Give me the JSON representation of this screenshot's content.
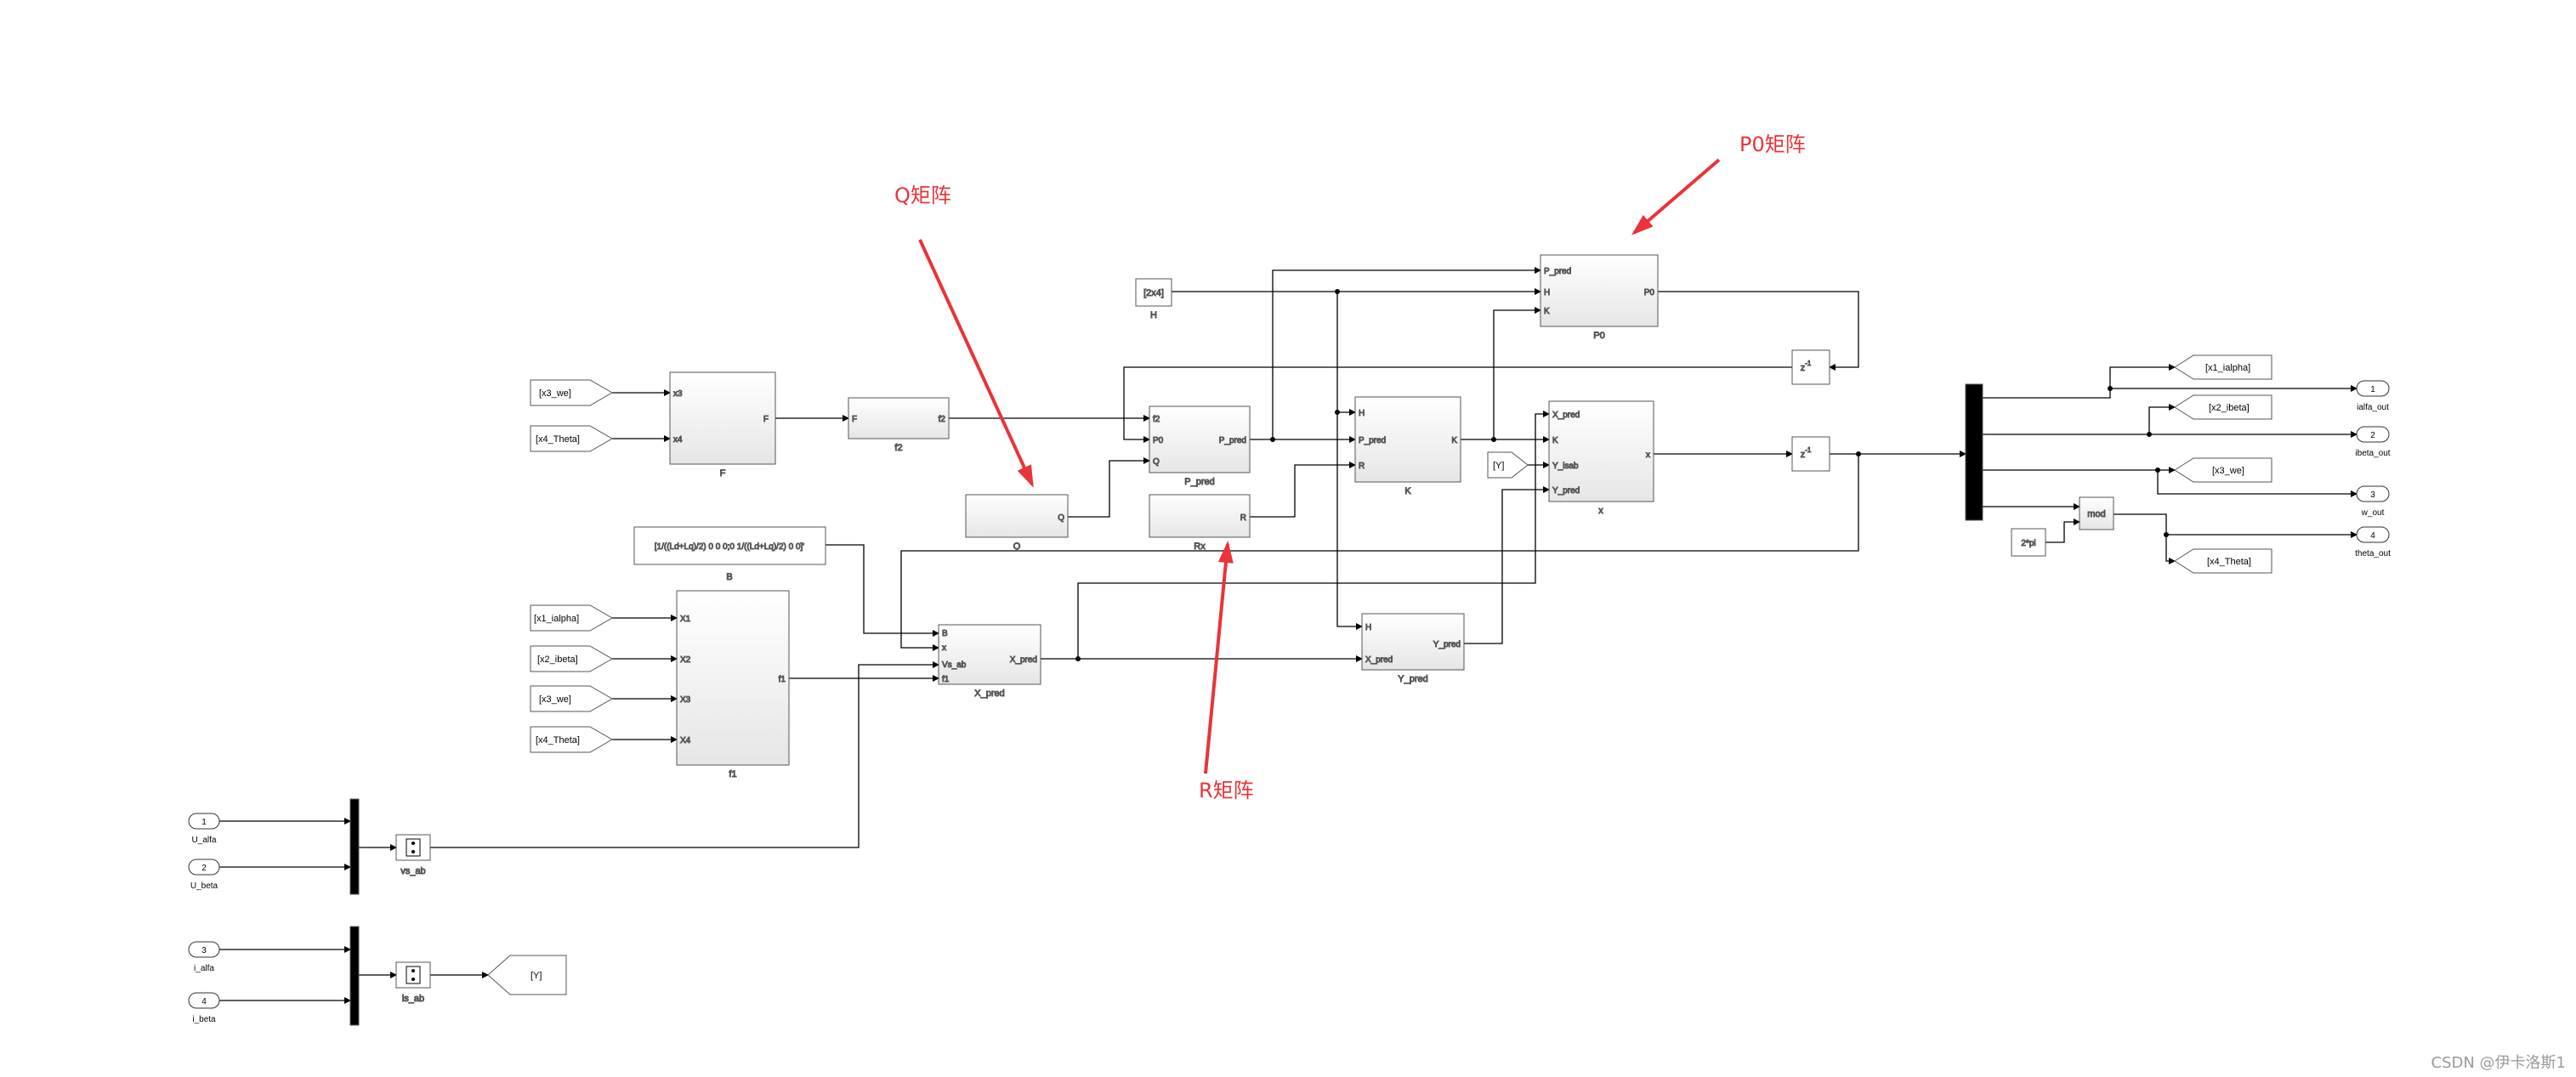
{
  "annotations": {
    "q": "Q矩阵",
    "p0": "P0矩阵",
    "r": "R矩阵",
    "color": "#e8343a"
  },
  "watermark": "CSDN @伊卡洛斯1",
  "inports": [
    {
      "num": "1",
      "name": "U_alfa"
    },
    {
      "num": "2",
      "name": "U_beta"
    },
    {
      "num": "3",
      "name": "i_alfa"
    },
    {
      "num": "4",
      "name": "i_beta"
    }
  ],
  "outports": [
    {
      "num": "1",
      "name": "ialfa_out"
    },
    {
      "num": "2",
      "name": "ibeta_out"
    },
    {
      "num": "3",
      "name": "w_out"
    },
    {
      "num": "4",
      "name": "theta_out"
    }
  ],
  "from_tags": {
    "F_x3": "[x3_we]",
    "F_x4": "[x4_Theta]",
    "f1_x1": "[x1_ialpha]",
    "f1_x2": "[x2_ibeta]",
    "f1_x3": "[x3_we]",
    "f1_x4": "[x4_Theta]",
    "Y_in": "[Y]"
  },
  "goto_tags": {
    "Y": "[Y]",
    "x1": "[x1_ialpha]",
    "x2": "[x2_ibeta]",
    "x3": "[x3_we]",
    "x4": "[x4_Theta]"
  },
  "constants": {
    "H": "[2x4]",
    "B": "[1/((Ld+Lq)/2) 0 0 0;0 1/((Ld+Lq)/2) 0 0]'",
    "twopi": "2*pi"
  },
  "blocks": {
    "F": {
      "name": "F",
      "in": [
        "x3",
        "x4"
      ],
      "out": [
        "F"
      ]
    },
    "f2": {
      "name": "f2",
      "in": [
        "F"
      ],
      "out": [
        "f2"
      ]
    },
    "Q": {
      "name": "Q",
      "out": [
        "Q"
      ]
    },
    "Rx": {
      "name": "Rx",
      "out": [
        "R"
      ]
    },
    "P_pred": {
      "name": "P_pred",
      "in": [
        "f2",
        "P0",
        "Q"
      ],
      "out": [
        "P_pred"
      ]
    },
    "K": {
      "name": "K",
      "in": [
        "H",
        "P_pred",
        "R"
      ],
      "out": [
        "K"
      ]
    },
    "P0": {
      "name": "P0",
      "in": [
        "P_pred",
        "H",
        "K"
      ],
      "out": [
        "P0"
      ]
    },
    "x": {
      "name": "x",
      "in": [
        "X_pred",
        "K",
        "Y_isab",
        "Y_pred"
      ],
      "out": [
        "x"
      ]
    },
    "f1": {
      "name": "f1",
      "in": [
        "X1",
        "X2",
        "X3",
        "X4"
      ],
      "out": [
        "f1"
      ]
    },
    "X_pred": {
      "name": "X_pred",
      "in": [
        "B",
        "x",
        "Vs_ab",
        "f1"
      ],
      "out": [
        "X_pred"
      ]
    },
    "Y_pred": {
      "name": "Y_pred",
      "in": [
        "H",
        "X_pred"
      ],
      "out": [
        "Y_pred"
      ]
    },
    "mod": {
      "name": "mod"
    },
    "vs_ab": {
      "name": "vs_ab"
    },
    "is_ab": {
      "name": "is_ab"
    },
    "H_const": {
      "name": "H"
    },
    "B_const": {
      "name": "B"
    }
  },
  "delay_label": "z",
  "delay_exp": "-1"
}
